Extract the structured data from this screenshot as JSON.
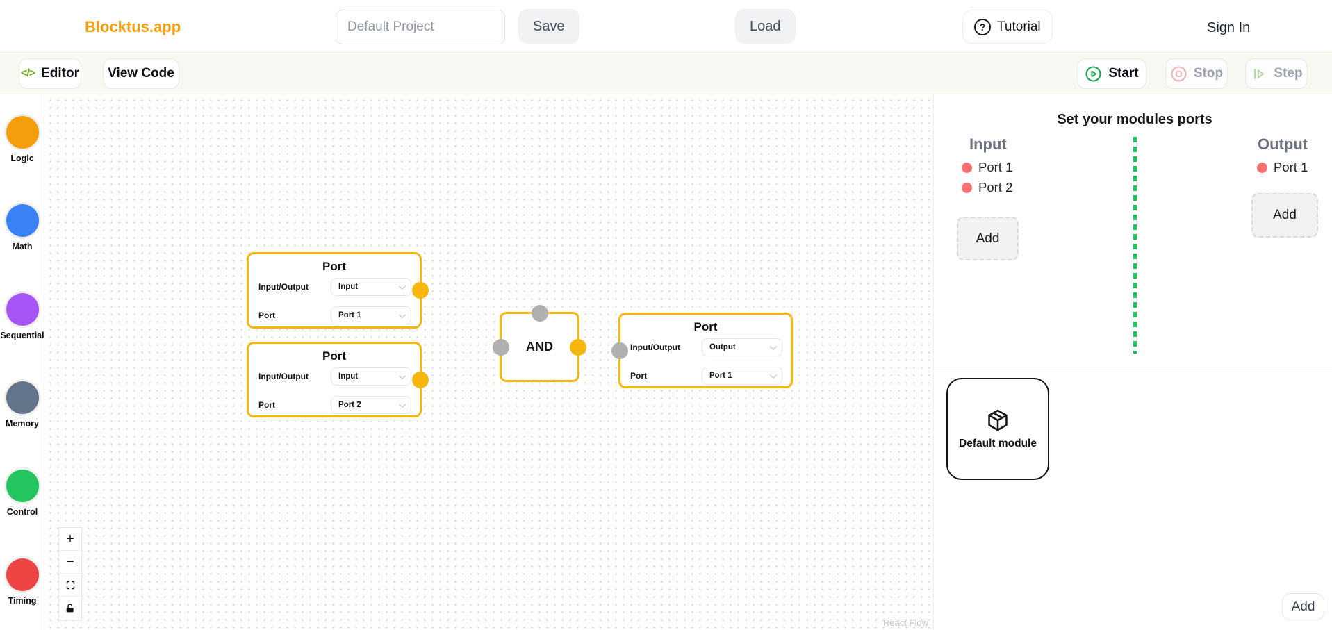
{
  "header": {
    "logo": "Blocktus.app",
    "project_input": {
      "value": "Default Project"
    },
    "save_label": "Save",
    "load_label": "Load",
    "tutorial_label": "Tutorial",
    "sign_in_label": "Sign In"
  },
  "toolbar": {
    "editor_label": "Editor",
    "view_code_label": "View Code",
    "start_label": "Start",
    "stop_label": "Stop",
    "step_label": "Step"
  },
  "icons": {
    "code_glyph": "</>",
    "help_glyph": "?",
    "zoom_in_glyph": "+",
    "zoom_out_glyph": "−"
  },
  "sidebar": {
    "items": [
      {
        "label": "Logic",
        "color": "#f59e0b"
      },
      {
        "label": "Math",
        "color": "#3b82f6"
      },
      {
        "label": "Sequential",
        "color": "#a855f7"
      },
      {
        "label": "Memory",
        "color": "#64748b"
      },
      {
        "label": "Control",
        "color": "#22c55e"
      },
      {
        "label": "Timing",
        "color": "#ef4444"
      }
    ]
  },
  "canvas": {
    "attribution": "React Flow",
    "accent_color": "#f7b60d",
    "handle_gray": "#b0b0b0",
    "nodes": {
      "port1": {
        "title": "Port",
        "io_label": "Input/Output",
        "io_value": "Input",
        "port_label": "Port",
        "port_value": "Port 1"
      },
      "port2": {
        "title": "Port",
        "io_label": "Input/Output",
        "io_value": "Input",
        "port_label": "Port",
        "port_value": "Port 2"
      },
      "and": {
        "title": "AND"
      },
      "port3": {
        "title": "Port",
        "io_label": "Input/Output",
        "io_value": "Output",
        "port_label": "Port",
        "port_value": "Port 1"
      }
    }
  },
  "ports_panel": {
    "title": "Set your modules ports",
    "divider_color": "#17c653",
    "input": {
      "heading": "Input",
      "ports": [
        "Port 1",
        "Port 2"
      ],
      "add_label": "Add",
      "dot_color": "#f87171"
    },
    "output": {
      "heading": "Output",
      "ports": [
        "Port 1"
      ],
      "add_label": "Add",
      "dot_color": "#f87171"
    }
  },
  "modules_panel": {
    "default_module_label": "Default module",
    "add_label": "Add"
  }
}
